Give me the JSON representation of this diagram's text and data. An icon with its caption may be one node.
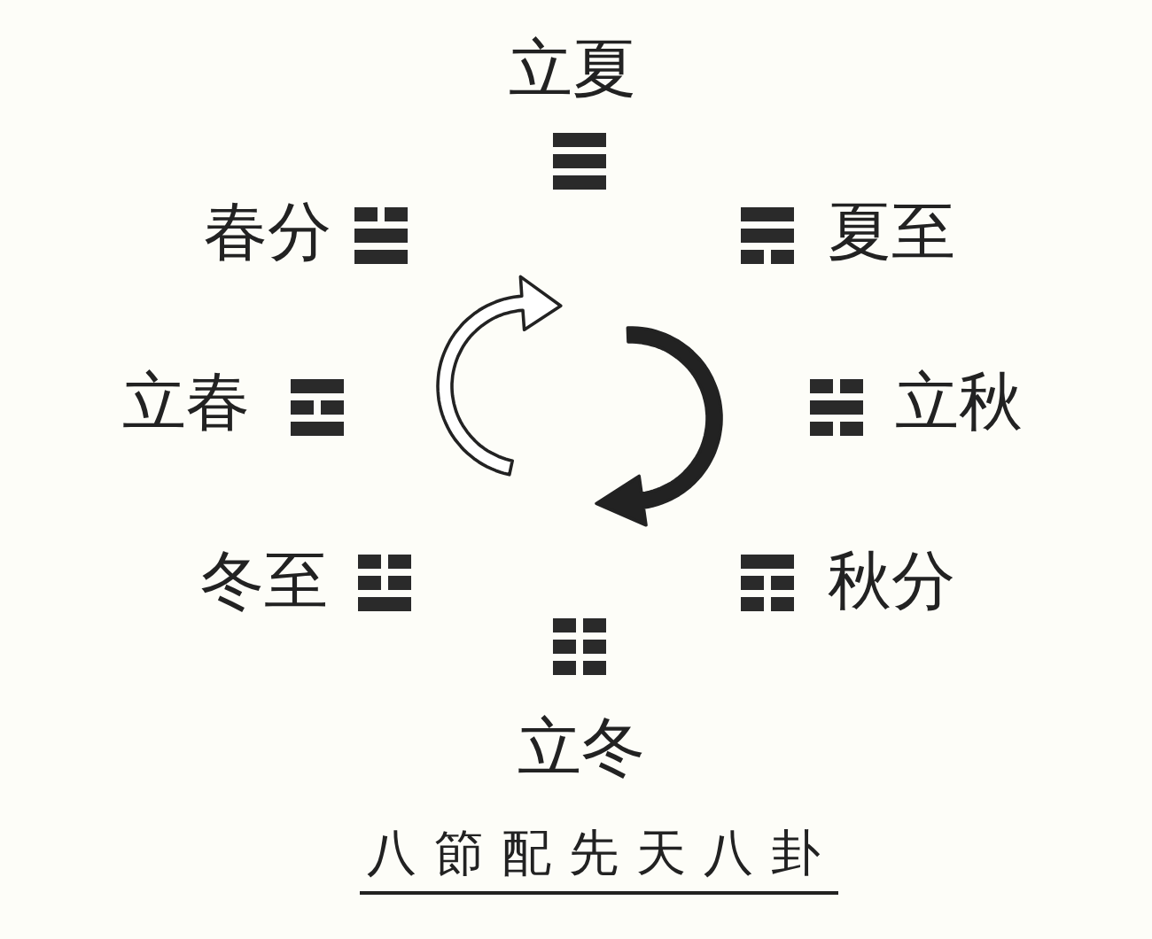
{
  "diagram": {
    "caption": "八節配先天八卦",
    "labels": [
      "立夏",
      "春分",
      "夏至",
      "立春",
      "立秋",
      "冬至",
      "秋分",
      "立冬"
    ]
  }
}
